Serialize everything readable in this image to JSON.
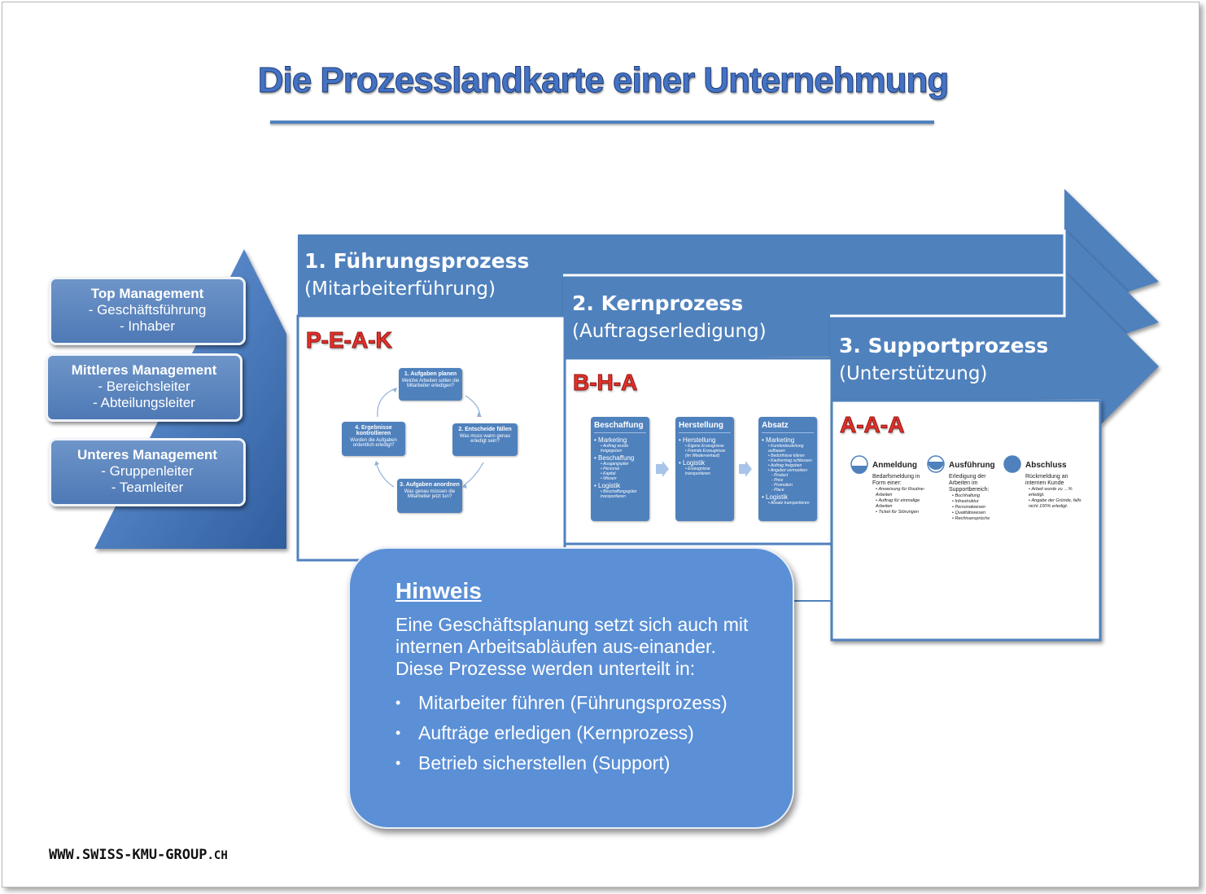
{
  "title": "Die Prozesslandkarte einer Unternehmung",
  "management": [
    {
      "heading": "Top Management",
      "lines": [
        "- Geschäftsführung",
        "- Inhaber"
      ]
    },
    {
      "heading": "Mittleres Management",
      "lines": [
        "- Bereichsleiter",
        "- Abteilungsleiter"
      ]
    },
    {
      "heading": "Unteres Management",
      "lines": [
        "- Gruppenleiter",
        "- Teamleiter"
      ]
    }
  ],
  "processes": [
    {
      "title": "1. Führungsprozess",
      "subtitle": "(Mitarbeiterführung)",
      "code": "P-E-A-K"
    },
    {
      "title": "2. Kernprozess",
      "subtitle": "(Auftragserledigung)",
      "code": "B-H-A"
    },
    {
      "title": "3. Supportprozess",
      "subtitle": "(Unterstützung)",
      "code": "A-A-A"
    }
  ],
  "peak_cycle": [
    {
      "title": "1. Aufgaben planen",
      "desc": "Welche Arbeiten sollen die Mitarbeiter erledigen?"
    },
    {
      "title": "2. Entscheide fällen",
      "desc": "Was muss wann genau erledigt sein?"
    },
    {
      "title": "3. Aufgaben anordnen",
      "desc": "Was genau müssen die Mitarbeiter jetzt tun?"
    },
    {
      "title": "4. Ergebnisse kontrollieren",
      "desc": "Wurden die Aufgaben ordentlich erledigt?"
    }
  ],
  "bha": [
    {
      "title": "Beschaffung",
      "items": [
        {
          "main": "Marketing",
          "sub": [
            "Auftrag wurde freigegeben"
          ]
        },
        {
          "main": "Beschaffung",
          "sub": [
            "Ausgangspiler",
            "Personal",
            "Kapital",
            "Wissen"
          ]
        },
        {
          "main": "Logistik",
          "sub": [
            "Beschaffungsgüter transportieren"
          ]
        }
      ]
    },
    {
      "title": "Herstellung",
      "items": [
        {
          "main": "Herstellung",
          "sub": [
            "Eigene Erzeugnisse",
            "Fremde Erzeugnisse (im Wiederverkauf)"
          ]
        },
        {
          "main": "Logistik",
          "sub": [
            "Erzeugnisse transportieren"
          ]
        }
      ]
    },
    {
      "title": "Absatz",
      "items": [
        {
          "main": "Marketing",
          "sub": [
            "Kundenbeziehung aufbauen",
            "Bedürfnisse klären",
            "Kaufvertrag schliessen",
            "Auftrag freigeben",
            "Angebot vermarkten"
          ],
          "sub2": [
            "Product",
            "Price",
            "Promotion",
            "Place"
          ]
        },
        {
          "main": "Logistik",
          "sub": [
            "Absatz transportieren"
          ]
        }
      ]
    }
  ],
  "aaa": [
    {
      "title": "Anmeldung",
      "desc": "Bedarfsmeldung in Form einer:",
      "items": [
        "Anweisung für Routine-Arbeiten",
        "Auftrag für einmalige Arbeiten",
        "Ticket für Störungen"
      ]
    },
    {
      "title": "Ausführung",
      "desc": "Erledigung der Arbeiten im Supportbereich:",
      "items": [
        "Buchhaltung",
        "Infrastruktur",
        "Personalwesen",
        "Qualitätswesen",
        "Rechtsansprüche"
      ]
    },
    {
      "title": "Abschluss",
      "desc": "Rückmeldung an internen Kunde",
      "items": [
        "Arbeit wurde zu …% erledigt.",
        "Angabe der Gründe, falls nicht 100% erledigt."
      ]
    }
  ],
  "hinweis": {
    "heading": "Hinweis",
    "text": "Eine Geschäftsplanung setzt sich auch mit internen Arbeitsabläufen aus-einander. Diese Prozesse werden unterteilt in:",
    "bullets": [
      "Mitarbeiter führen (Führungsprozess)",
      "Aufträge erledigen (Kernprozess)",
      "Betrieb sicherstellen (Support)"
    ]
  },
  "footer": {
    "main": "WWW.SWISS-KMU-GROUP",
    "tld": ".CH"
  },
  "colors": {
    "band": "#4f81bd",
    "accent": "#e8312a",
    "hinweis": "#5b8fd6"
  }
}
